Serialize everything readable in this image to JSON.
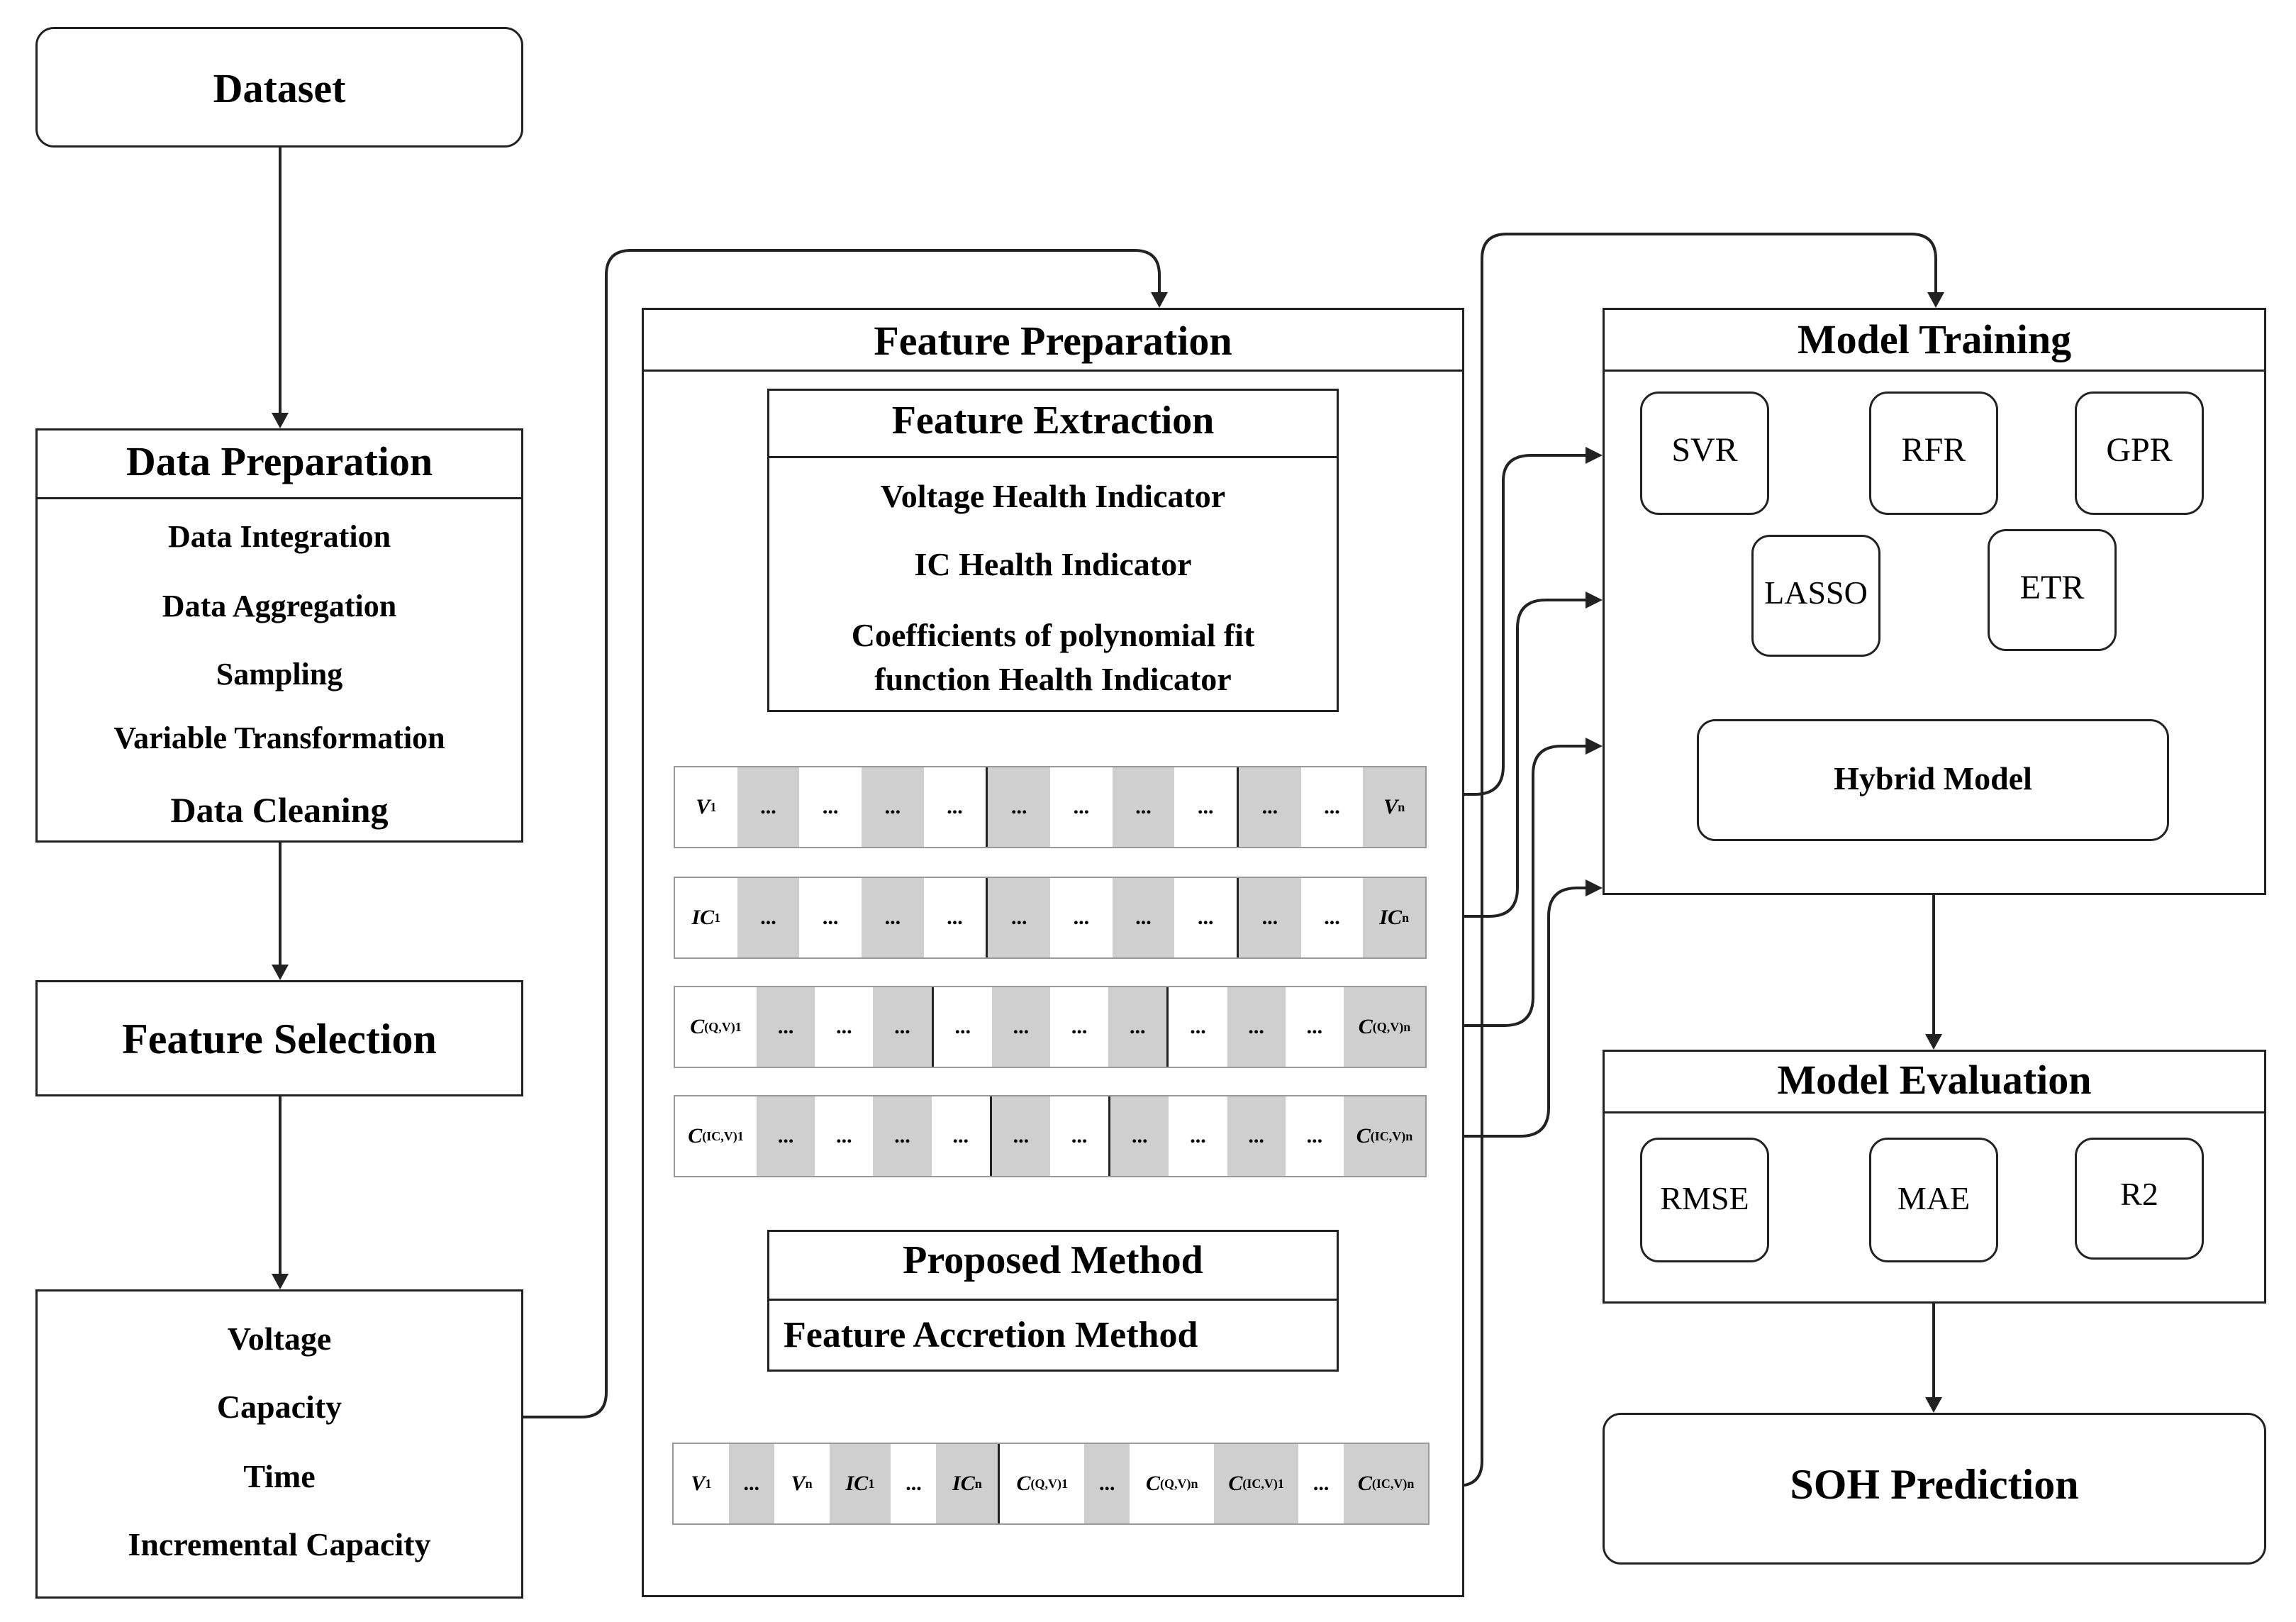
{
  "pipeline": {
    "dataset": "Dataset",
    "data_preparation": {
      "title": "Data Preparation",
      "items": [
        "Data Integration",
        "Data Aggregation",
        "Sampling",
        "Variable Transformation",
        "Data Cleaning"
      ]
    },
    "feature_selection": "Feature Selection",
    "features": [
      "Voltage",
      "Capacity",
      "Time",
      "Incremental Capacity"
    ]
  },
  "feature_preparation": {
    "title": "Feature Preparation",
    "extraction": {
      "title": "Feature Extraction",
      "items": [
        "Voltage Health Indicator",
        "IC Health Indicator",
        "Coefficients of polynomial fit",
        "function Health Indicator"
      ]
    },
    "vectors": {
      "v": {
        "first": "V",
        "first_sub": "1",
        "last": "V",
        "last_sub": "n"
      },
      "ic": {
        "first": "IC",
        "first_sub": "1",
        "last": "IC",
        "last_sub": "n"
      },
      "cqv": {
        "first": "C",
        "first_sub": "(Q,V)1",
        "last": "C",
        "last_sub": "(Q,V)n"
      },
      "cicv": {
        "first": "C",
        "first_sub": "(IC,V)1",
        "last": "C",
        "last_sub": "(IC,V)n"
      },
      "ellipsis": "..."
    },
    "proposed": {
      "title": "Proposed Method",
      "subtitle": "Feature Accretion Method"
    },
    "combined": {
      "v1": "V",
      "v1_sub": "1",
      "vn": "V",
      "vn_sub": "n",
      "ic1": "IC",
      "ic1_sub": "1",
      "icn": "IC",
      "icn_sub": "n",
      "cqv1": "C",
      "cqv1_sub": "(Q,V)1",
      "cqvn": "C",
      "cqvn_sub": "(Q,V)n",
      "cicv1": "C",
      "cicv1_sub": "(IC,V)1",
      "cicvn": "C",
      "cicvn_sub": "(IC,V)n",
      "ellipsis": "..."
    }
  },
  "model_training": {
    "title": "Model Training",
    "models": [
      "SVR",
      "RFR",
      "GPR",
      "LASSO",
      "ETR"
    ],
    "hybrid": "Hybrid Model"
  },
  "model_evaluation": {
    "title": "Model Evaluation",
    "metrics": [
      "RMSE",
      "MAE",
      "R2"
    ]
  },
  "output": "SOH Prediction",
  "colors": {
    "line": "#222222",
    "cell_shade": "#cfcfcf",
    "background": "#ffffff"
  }
}
